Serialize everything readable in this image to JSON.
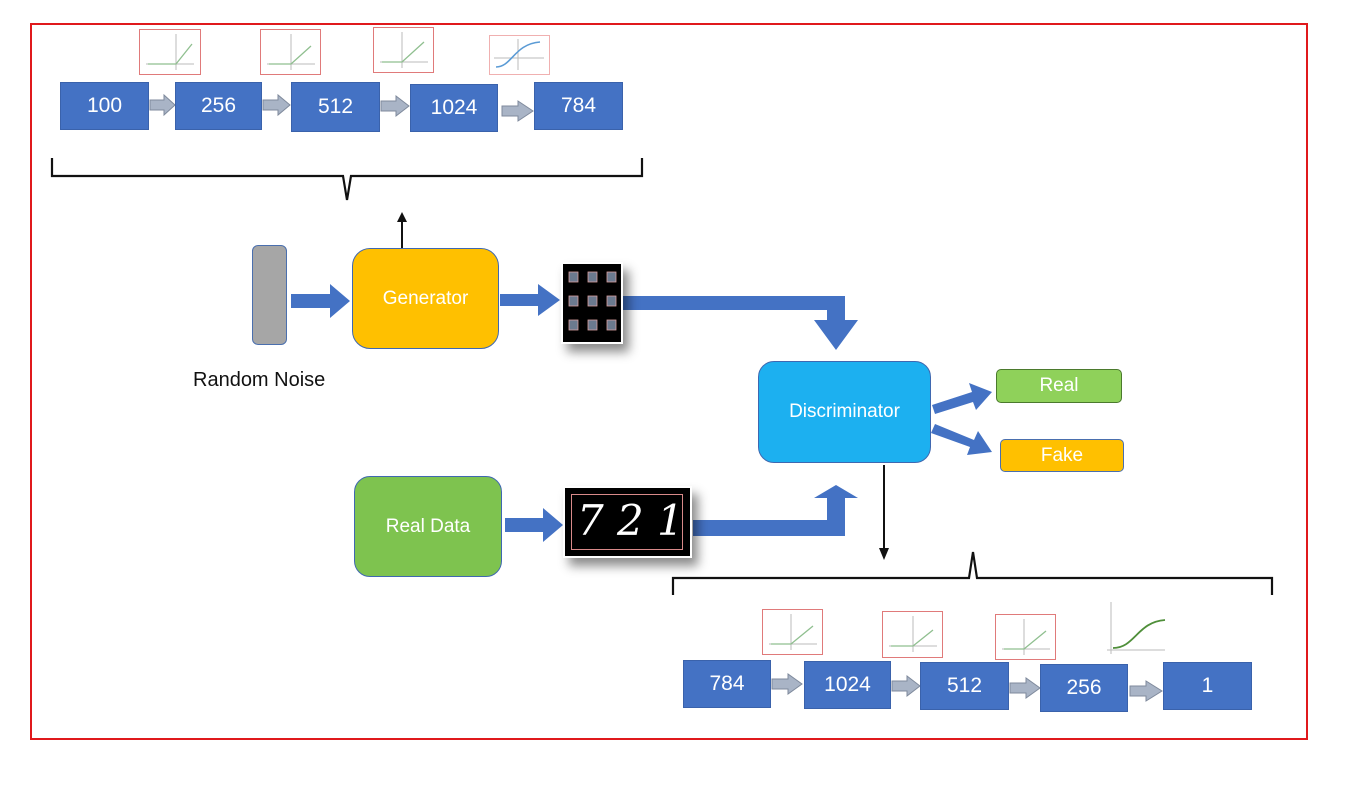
{
  "generator_layers": [
    "100",
    "256",
    "512",
    "1024",
    "784"
  ],
  "discriminator_layers": [
    "784",
    "1024",
    "512",
    "256",
    "1"
  ],
  "labels": {
    "generator": "Generator",
    "discriminator": "Discriminator",
    "random_noise": "Random  Noise",
    "real_data": "Real  Data",
    "real": "Real",
    "fake": "Fake"
  },
  "mnist_digits": [
    "7",
    "2",
    "1"
  ],
  "colors": {
    "layer_box": "#4472c4",
    "arrow": "#4472c4",
    "generator": "#ffc000",
    "discriminator": "#1cb0f0",
    "real_data": "#7ec34f",
    "real_output": "#8fd15a",
    "fake_output": "#ffc000",
    "noise": "#a6a6a6",
    "frame": "#e0191c"
  },
  "icons": {
    "activation_thumbnails": [
      "relu-plot-icon",
      "sigmoid-plot-icon"
    ],
    "noise_input": "noise-bar-icon"
  }
}
